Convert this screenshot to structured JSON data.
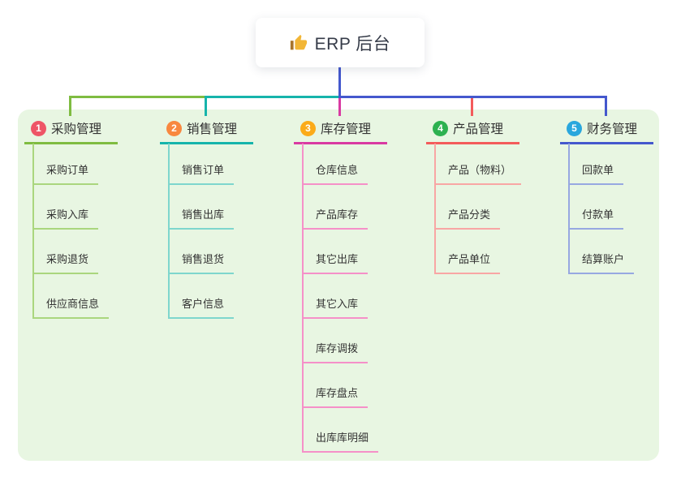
{
  "root": {
    "title": "ERP 后台",
    "icon": "thumbs-up-icon",
    "icon_color": "#f2b636"
  },
  "colors": {
    "canvas": "#ffffff",
    "background_panel": "#e8f6e2",
    "connector_blue": "#4458cd",
    "text": "#333333"
  },
  "branches": [
    {
      "number": "1",
      "label": "采购管理",
      "badge_color": "#ee5566",
      "line_color": "#7fbc41",
      "sub_line_color": "#aad67e",
      "children": [
        "采购订单",
        "采购入库",
        "采购退货",
        "供应商信息"
      ]
    },
    {
      "number": "2",
      "label": "销售管理",
      "badge_color": "#f8883f",
      "line_color": "#16b4ab",
      "sub_line_color": "#7ed6cd",
      "children": [
        "销售订单",
        "销售出库",
        "销售退货",
        "客户信息"
      ]
    },
    {
      "number": "3",
      "label": "库存管理",
      "badge_color": "#fbab19",
      "line_color": "#d93aa2",
      "sub_line_color": "#f590c8",
      "children": [
        "仓库信息",
        "产品库存",
        "其它出库",
        "其它入库",
        "库存调拨",
        "库存盘点",
        "出库库明细"
      ]
    },
    {
      "number": "4",
      "label": "产品管理",
      "badge_color": "#2db150",
      "line_color": "#f35b5b",
      "sub_line_color": "#f8a6a4",
      "children": [
        "产品（物料）",
        "产品分类",
        "产品单位"
      ]
    },
    {
      "number": "5",
      "label": "财务管理",
      "badge_color": "#29a7dd",
      "line_color": "#4458cd",
      "sub_line_color": "#97a8e1",
      "children": [
        "回款单",
        "付款单",
        "结算账户"
      ]
    }
  ]
}
